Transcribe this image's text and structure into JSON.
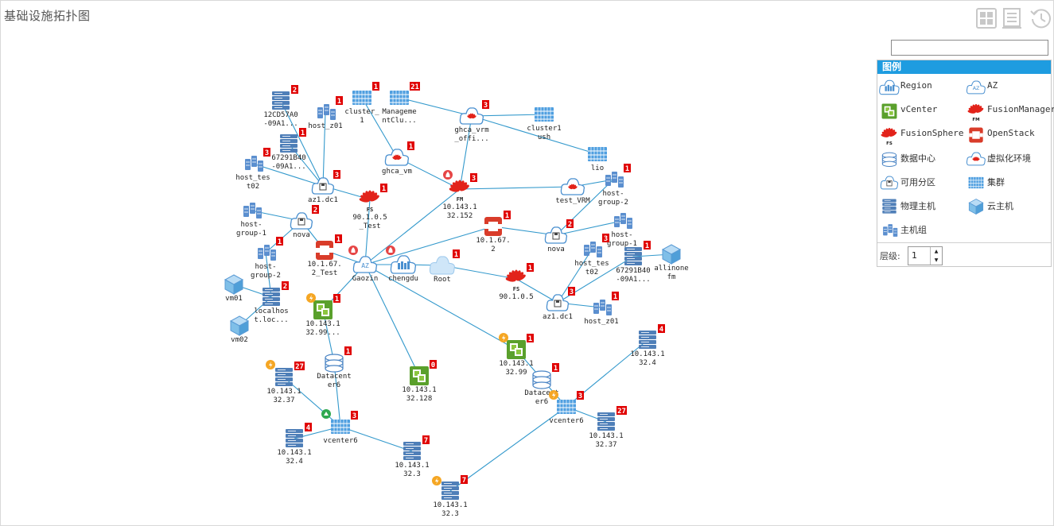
{
  "header": {
    "title": "基础设施拓扑图"
  },
  "toolbar": [
    {
      "name": "layout-grid-icon"
    },
    {
      "name": "report-icon"
    },
    {
      "name": "history-icon"
    }
  ],
  "search": {
    "value": "",
    "placeholder": ""
  },
  "legend": {
    "title": "图例",
    "items": [
      {
        "label": "Region",
        "icon": "region-icon"
      },
      {
        "label": "AZ",
        "icon": "az-icon"
      },
      {
        "label": "vCenter",
        "icon": "vcenter-icon"
      },
      {
        "label": "FusionManager",
        "icon": "fusionmanager-icon"
      },
      {
        "label": "FusionSphere",
        "icon": "fusionsphere-icon"
      },
      {
        "label": "OpenStack",
        "icon": "openstack-icon"
      },
      {
        "label": "数据中心",
        "icon": "datacenter-icon"
      },
      {
        "label": "虚拟化环境",
        "icon": "virtualization-icon"
      },
      {
        "label": "可用分区",
        "icon": "availability-zone-icon"
      },
      {
        "label": "集群",
        "icon": "cluster-icon"
      },
      {
        "label": "物理主机",
        "icon": "physical-host-icon"
      },
      {
        "label": "云主机",
        "icon": "cloud-host-icon"
      },
      {
        "label": "主机组",
        "icon": "host-group-icon"
      }
    ],
    "level_label": "层级:",
    "level_value": "1"
  },
  "colors": {
    "accent": "#1e9ce0",
    "link": "#3399cc",
    "badge": "#e00000",
    "huawei": "#e2231a",
    "openstack": "#d93c2a",
    "vcenter": "#8cc63f"
  },
  "nodes": [
    {
      "id": "gaozin",
      "type": "az",
      "label": [
        "Gaozin"
      ],
      "badge": null
    },
    {
      "id": "chengdu",
      "type": "region",
      "label": [
        "chengdu"
      ],
      "badge": null
    },
    {
      "id": "root",
      "type": "root",
      "label": [
        "Root"
      ],
      "badge": "1"
    },
    {
      "id": "fs_test",
      "type": "fusionsphere",
      "label": [
        "90.1.0.5",
        "_Test"
      ],
      "badge": "1"
    },
    {
      "id": "fm_152",
      "type": "fusionmanager",
      "label": [
        "10.143.1",
        "32.152"
      ],
      "badge": "3"
    },
    {
      "id": "fs_905",
      "type": "fusionsphere",
      "label": [
        "90.1.0.5"
      ],
      "badge": "1"
    },
    {
      "id": "os_test",
      "type": "openstack",
      "label": [
        "10.1.67.",
        "2_Test"
      ],
      "badge": "1"
    },
    {
      "id": "os_2",
      "type": "openstack",
      "label": [
        "10.1.67.",
        "2"
      ],
      "badge": "1"
    },
    {
      "id": "vc_99a",
      "type": "vcenter",
      "label": [
        "10.143.1",
        "32.99..."
      ],
      "badge": "1"
    },
    {
      "id": "vc_128",
      "type": "vcenter",
      "label": [
        "10.143.1",
        "32.128"
      ],
      "badge": "0"
    },
    {
      "id": "vc_99b",
      "type": "vcenter",
      "label": [
        "10.143.1",
        "32.99"
      ],
      "badge": "1"
    },
    {
      "id": "dc6a",
      "type": "datacenter",
      "label": [
        "Datacent",
        "er6"
      ],
      "badge": "1"
    },
    {
      "id": "dc6b",
      "type": "datacenter",
      "label": [
        "Datacent",
        "er6"
      ],
      "badge": "1"
    },
    {
      "id": "vcenter6a",
      "type": "cluster",
      "label": [
        "vcenter6"
      ],
      "badge": "3"
    },
    {
      "id": "vcenter6b",
      "type": "cluster",
      "label": [
        "vcenter6"
      ],
      "badge": "3"
    },
    {
      "id": "h37a",
      "type": "host",
      "label": [
        "10.143.1",
        "32.37"
      ],
      "badge": "27"
    },
    {
      "id": "h4a",
      "type": "host",
      "label": [
        "10.143.1",
        "32.4"
      ],
      "badge": "4"
    },
    {
      "id": "h3a",
      "type": "host",
      "label": [
        "10.143.1",
        "32.3"
      ],
      "badge": "7"
    },
    {
      "id": "h3b",
      "type": "host",
      "label": [
        "10.143.1",
        "32.3"
      ],
      "badge": "7"
    },
    {
      "id": "h37b",
      "type": "host",
      "label": [
        "10.143.1",
        "32.37"
      ],
      "badge": "27"
    },
    {
      "id": "h4b",
      "type": "host",
      "label": [
        "10.143.1",
        "32.4"
      ],
      "badge": "4"
    },
    {
      "id": "az1dc1_a",
      "type": "vz",
      "label": [
        "az1.dc1"
      ],
      "badge": "3"
    },
    {
      "id": "nova_a",
      "type": "vz",
      "label": [
        "nova"
      ],
      "badge": "2"
    },
    {
      "id": "nova_b",
      "type": "vz",
      "label": [
        "nova"
      ],
      "badge": "2"
    },
    {
      "id": "az1dc1_b",
      "type": "vz",
      "label": [
        "az1.dc1"
      ],
      "badge": "3"
    },
    {
      "id": "ghca_vrm_offi",
      "type": "virt",
      "label": [
        "ghca_vrm",
        "_offi..."
      ],
      "badge": "3"
    },
    {
      "id": "ghca_vm",
      "type": "virt",
      "label": [
        "ghca_vm"
      ],
      "badge": "1"
    },
    {
      "id": "test_vrm",
      "type": "virt",
      "label": [
        "test_VRM"
      ],
      "badge": null
    },
    {
      "id": "cluster1",
      "type": "cluster",
      "label": [
        "cluster_",
        "1"
      ],
      "badge": "1"
    },
    {
      "id": "management",
      "type": "cluster",
      "label": [
        "Manageme",
        "ntClu..."
      ],
      "badge": "21"
    },
    {
      "id": "cluster1ush",
      "type": "cluster",
      "label": [
        "cluster1",
        "ush"
      ],
      "badge": null
    },
    {
      "id": "lio",
      "type": "cluster",
      "label": [
        "lio"
      ],
      "badge": null
    },
    {
      "id": "h12cd",
      "type": "host",
      "label": [
        "12CD57A0",
        "-09A1..."
      ],
      "badge": "2"
    },
    {
      "id": "host_z01a",
      "type": "hostgroup",
      "label": [
        "host_z01"
      ],
      "badge": "1"
    },
    {
      "id": "h67291a",
      "type": "host",
      "label": [
        "67291B40",
        "-09A1..."
      ],
      "badge": "1"
    },
    {
      "id": "host_test02a",
      "type": "hostgroup",
      "label": [
        "host_tes",
        "t02"
      ],
      "badge": "3"
    },
    {
      "id": "hg1a",
      "type": "hostgroup",
      "label": [
        "host-",
        "group-1"
      ],
      "badge": null
    },
    {
      "id": "hg2a",
      "type": "hostgroup",
      "label": [
        "host-",
        "group-2"
      ],
      "badge": "1"
    },
    {
      "id": "localhost",
      "type": "host",
      "label": [
        "localhos",
        "t.loc..."
      ],
      "badge": "2"
    },
    {
      "id": "vm01",
      "type": "vm",
      "label": [
        "vm01"
      ],
      "badge": null
    },
    {
      "id": "vm02",
      "type": "vm",
      "label": [
        "vm02"
      ],
      "badge": null
    },
    {
      "id": "hg2b",
      "type": "hostgroup",
      "label": [
        "host-",
        "group-2"
      ],
      "badge": "1"
    },
    {
      "id": "hg1b",
      "type": "hostgroup",
      "label": [
        "host-",
        "group-1"
      ],
      "badge": null
    },
    {
      "id": "host_test02b",
      "type": "hostgroup",
      "label": [
        "host_tes",
        "t02"
      ],
      "badge": "3"
    },
    {
      "id": "h67291b",
      "type": "host",
      "label": [
        "67291B40",
        "-09A1..."
      ],
      "badge": "1"
    },
    {
      "id": "allinone",
      "type": "vm",
      "label": [
        "allinone",
        "fm"
      ],
      "badge": null
    },
    {
      "id": "host_z01b",
      "type": "hostgroup",
      "label": [
        "host_z01"
      ],
      "badge": "1"
    }
  ],
  "edges": [
    [
      "gaozin",
      "chengdu"
    ],
    [
      "chengdu",
      "root"
    ],
    [
      "gaozin",
      "fs_test"
    ],
    [
      "gaozin",
      "fm_152"
    ],
    [
      "gaozin",
      "os_test"
    ],
    [
      "gaozin",
      "os_2"
    ],
    [
      "gaozin",
      "vc_99a"
    ],
    [
      "gaozin",
      "vc_128"
    ],
    [
      "gaozin",
      "vc_99b"
    ],
    [
      "root",
      "fs_905"
    ],
    [
      "fs_test",
      "az1dc1_a"
    ],
    [
      "fs_905",
      "az1dc1_b"
    ],
    [
      "fm_152",
      "ghca_vrm_offi"
    ],
    [
      "fm_152",
      "ghca_vm"
    ],
    [
      "fm_152",
      "test_vrm"
    ],
    [
      "os_test",
      "nova_a"
    ],
    [
      "os_2",
      "nova_b"
    ],
    [
      "vc_99a",
      "dc6a"
    ],
    [
      "vc_99b",
      "dc6b"
    ],
    [
      "dc6a",
      "vcenter6a"
    ],
    [
      "dc6b",
      "vcenter6b"
    ],
    [
      "vcenter6a",
      "h37a"
    ],
    [
      "vcenter6a",
      "h4a"
    ],
    [
      "vcenter6a",
      "h3a"
    ],
    [
      "vcenter6b",
      "h37b"
    ],
    [
      "vcenter6b",
      "h4b"
    ],
    [
      "vcenter6b",
      "h3b"
    ],
    [
      "az1dc1_a",
      "host_z01a"
    ],
    [
      "az1dc1_a",
      "h12cd"
    ],
    [
      "az1dc1_a",
      "h67291a"
    ],
    [
      "az1dc1_a",
      "host_test02a"
    ],
    [
      "nova_a",
      "hg1a"
    ],
    [
      "nova_a",
      "hg2a"
    ],
    [
      "hg2a",
      "localhost"
    ],
    [
      "localhost",
      "vm01"
    ],
    [
      "localhost",
      "vm02"
    ],
    [
      "ghca_vm",
      "cluster1"
    ],
    [
      "ghca_vrm_offi",
      "management"
    ],
    [
      "ghca_vrm_offi",
      "cluster1ush"
    ],
    [
      "ghca_vrm_offi",
      "lio"
    ],
    [
      "test_vrm",
      "hg2b"
    ],
    [
      "nova_b",
      "hg2b"
    ],
    [
      "nova_b",
      "hg1b"
    ],
    [
      "az1dc1_b",
      "host_test02b"
    ],
    [
      "az1dc1_b",
      "h67291b"
    ],
    [
      "az1dc1_b",
      "host_z01b"
    ],
    [
      "h67291b",
      "allinone"
    ]
  ],
  "status_marks": [
    {
      "type": "alarm",
      "near": "fm_152"
    },
    {
      "type": "alarm",
      "near": "os_test"
    },
    {
      "type": "alarm",
      "near": "chengdu"
    },
    {
      "type": "power",
      "near": "vc_99a"
    },
    {
      "type": "power",
      "near": "vc_99b"
    },
    {
      "type": "power",
      "near": "h37a"
    },
    {
      "type": "power",
      "near": "h3b"
    },
    {
      "type": "power",
      "near": "dc6b"
    },
    {
      "type": "ok",
      "near": "vcenter6a"
    }
  ]
}
